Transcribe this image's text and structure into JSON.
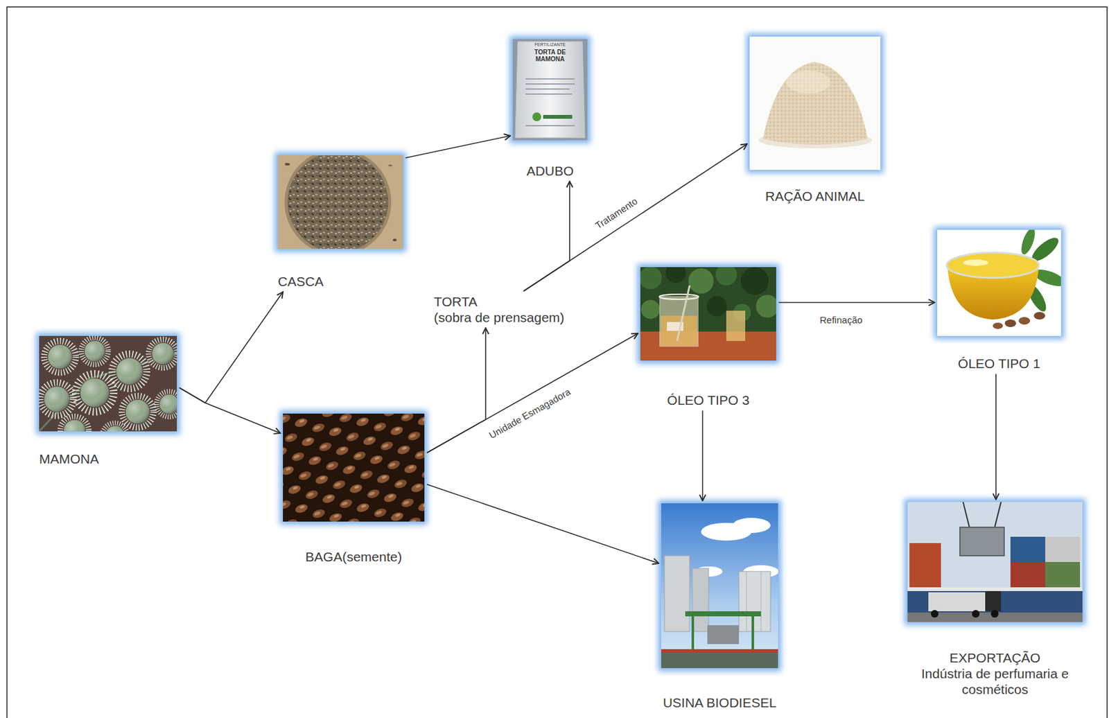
{
  "diagram": {
    "nodes": [
      {
        "text": [
          "MAMONA"
        ]
      },
      {
        "text": [
          "CASCA"
        ]
      },
      {
        "text": [
          "BAGA(semente)"
        ]
      },
      {
        "text": [
          "ADUBO"
        ]
      },
      {
        "text": [
          "TORTA",
          "(sobra de prensagem)"
        ]
      },
      {
        "text": [
          "RAÇÃO ANIMAL"
        ]
      },
      {
        "text": [
          "ÓLEO TIPO 3"
        ]
      },
      {
        "text": [
          "ÓLEO TIPO 1"
        ]
      },
      {
        "text": [
          "USINA BIODIESEL"
        ]
      },
      {
        "text": [
          "EXPORTAÇÃO",
          "Indústria de perfumaria e cosméticos"
        ]
      }
    ],
    "edges": [
      {
        "from": 0,
        "to": 1,
        "arrow": "to"
      },
      {
        "from": 0,
        "to": 2,
        "arrow": "to"
      },
      {
        "from": 1,
        "to": 3,
        "arrow": "to"
      },
      {
        "from": 2,
        "to": 4,
        "arrow": "to"
      },
      {
        "from": 2,
        "to": 6,
        "label": "Unidade Esmagadora",
        "arrow": "to"
      },
      {
        "from": 2,
        "to": 8,
        "arrow": "to"
      },
      {
        "from": 4,
        "to": 3,
        "arrow": "to"
      },
      {
        "from": 4,
        "to": 5,
        "label": "Tratamento",
        "arrow": "to"
      },
      {
        "from": 6,
        "to": 7,
        "label": "Refinação",
        "arrow": "to"
      },
      {
        "from": 6,
        "to": 8,
        "arrow": "to"
      },
      {
        "from": 7,
        "to": 9,
        "arrow": "to"
      }
    ],
    "labels": [
      "FERTILIZANTE",
      "TORTA DE MAMONA"
    ]
  }
}
